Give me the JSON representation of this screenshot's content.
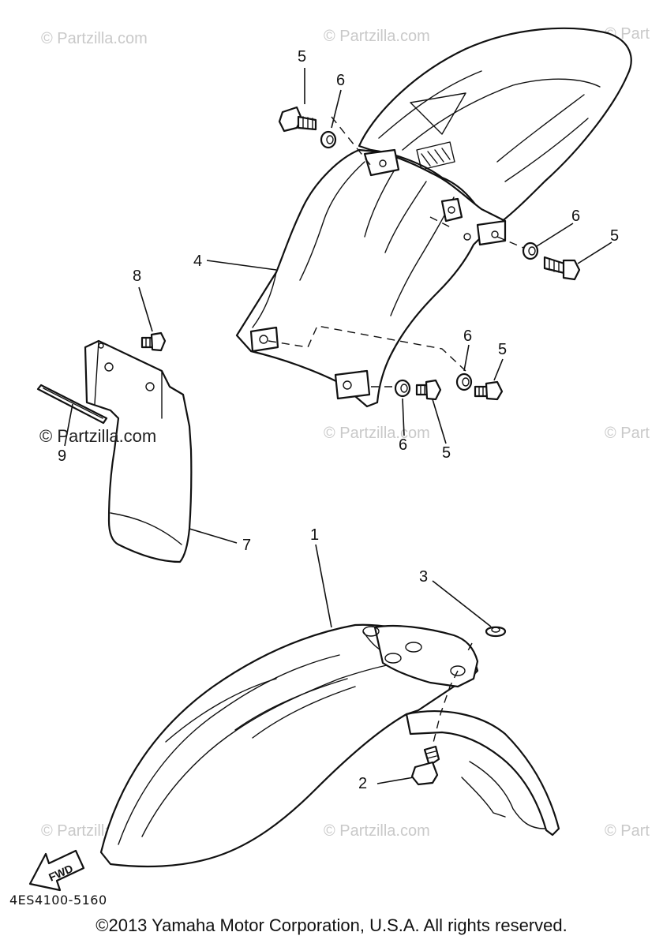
{
  "watermarks": [
    "© Partzilla.com",
    "© Partzilla.com",
    "© Part",
    "© Partzilla.com",
    "© Partzilla.com",
    "© Part",
    "© Partzilla.com",
    "© Partzilla.com",
    "© Part"
  ],
  "watermark_dark": "© Partzilla.com",
  "callouts": {
    "c1": "1",
    "c2": "2",
    "c3": "3",
    "c4": "4",
    "c5a": "5",
    "c5b": "5",
    "c5c": "5",
    "c5d": "5",
    "c6a": "6",
    "c6b": "6",
    "c6c": "6",
    "c6d": "6",
    "c7": "7",
    "c8": "8",
    "c9": "9"
  },
  "fwd_label": "FWD",
  "diagram_code": "4ES4100-5160",
  "copyright": "©2013  Yamaha Motor Corporation, U.S.A. All rights reserved."
}
